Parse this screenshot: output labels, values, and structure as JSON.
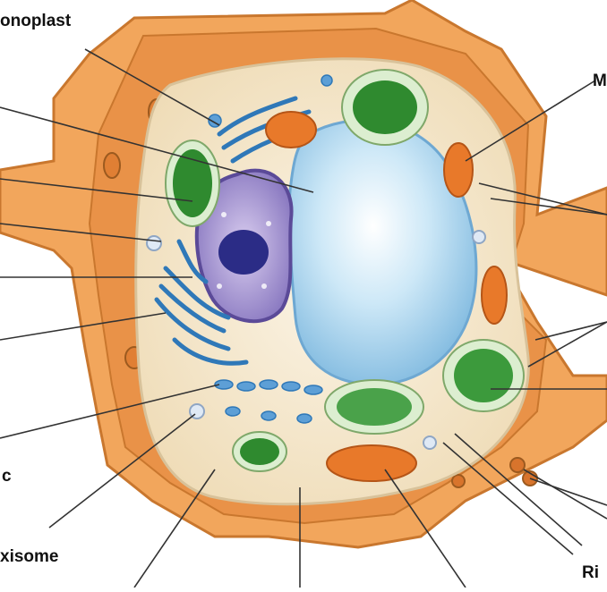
{
  "labels": {
    "tonoplast": "onoplast",
    "mitochondrion": "M",
    "golgi": "c",
    "peroxisome": "xisome",
    "ribosomes": "Ri"
  },
  "colors": {
    "cell_wall": "#f2a65c",
    "cell_wall_edge": "#c9772e",
    "cytoplasm": "#f7ecd6",
    "vacuole": "#bfe0f4",
    "nucleus": "#a897cf",
    "nucleolus": "#2b2c86",
    "er": "#2f78b8",
    "chloroplast": "#2f8a2f",
    "mitochondrion": "#e8792a",
    "leader": "#333333"
  }
}
